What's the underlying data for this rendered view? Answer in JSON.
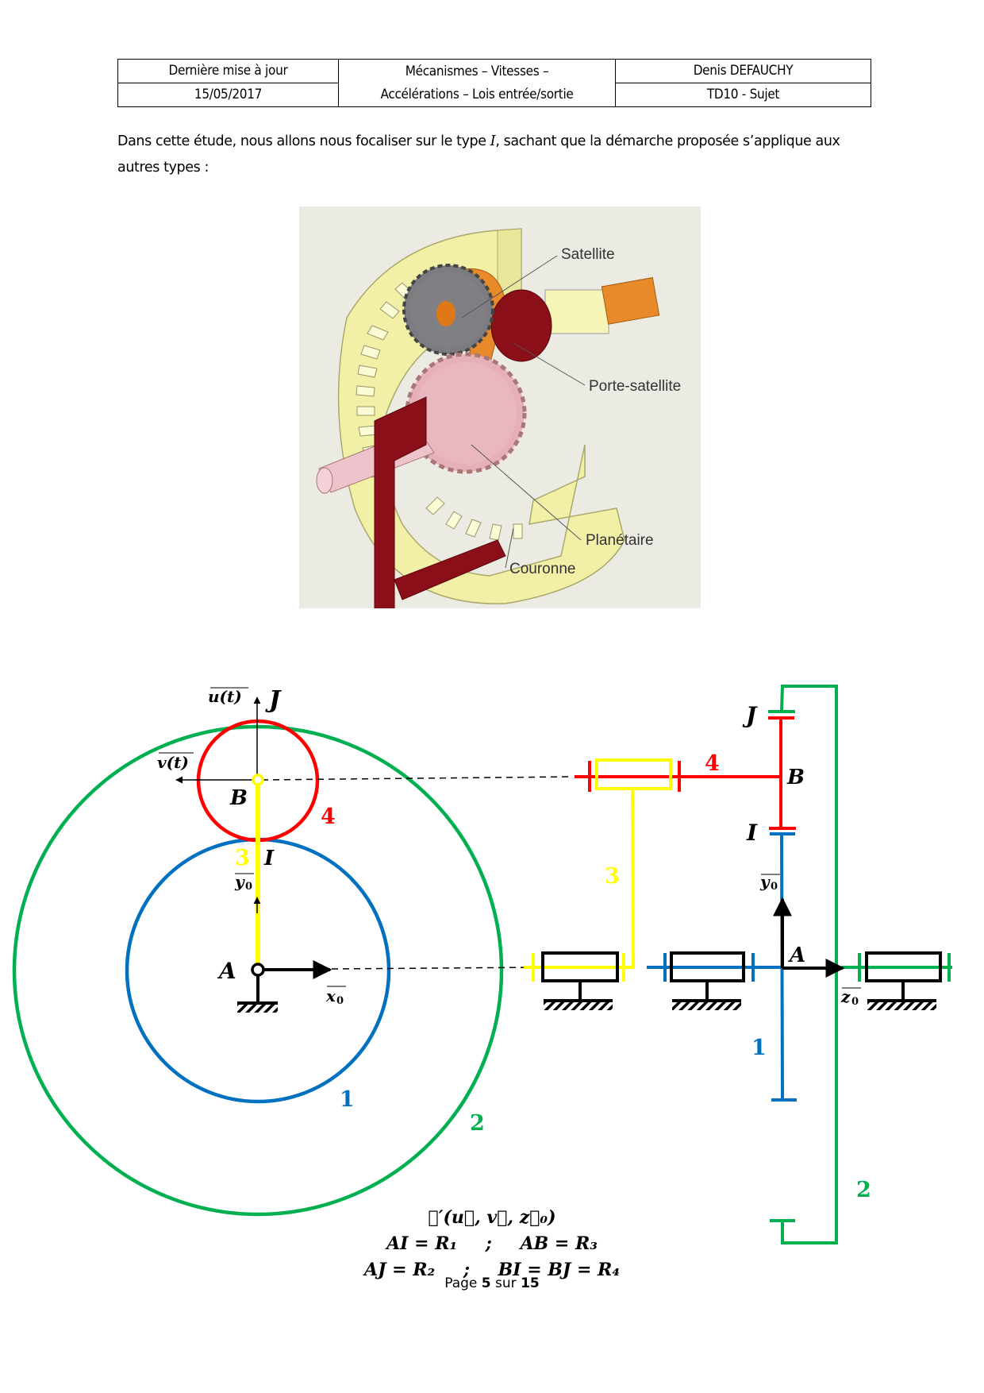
{
  "header": {
    "last_update_label": "Dernière mise à jour",
    "last_update_date": "15/05/2017",
    "course_title_line1": "Mécanismes – Vitesses –",
    "course_title_line2": "Accélérations – Lois entrée/sortie",
    "author": "Denis DEFAUCHY",
    "document": "TD10 - Sujet"
  },
  "intro": {
    "text_before": "Dans cette étude, nous allons nous focaliser sur le type ",
    "type_symbol": "I",
    "text_after": ", sachant que la démarche proposée s’applique aux autres types :"
  },
  "photo": {
    "labels": {
      "satellite": "Satellite",
      "porte_satellite": "Porte-satellite",
      "planetaire": "Planétaire",
      "couronne": "Couronne"
    }
  },
  "diagram": {
    "colors": {
      "solid_1": "#0070c0",
      "solid_2": "#00b050",
      "solid_3": "#ffff00",
      "solid_4": "#ff0000",
      "frame": "#000000"
    },
    "left_view": {
      "points": {
        "A": "A",
        "B": "B",
        "I": "I",
        "J": "J"
      },
      "vectors": {
        "u": "u(t)",
        "v": "v(t)",
        "x0": "x",
        "y0": "y",
        "sub0": "0"
      },
      "solid_numbers": {
        "s1": "1",
        "s2": "2",
        "s3": "3",
        "s4": "4"
      }
    },
    "right_view": {
      "points": {
        "A": "A",
        "B": "B",
        "I": "I",
        "J": "J"
      },
      "vectors": {
        "y0": "y",
        "z0": "z",
        "sub0": "0"
      },
      "solid_numbers": {
        "s1": "1",
        "s2": "2",
        "s3": "3",
        "s4": "4"
      }
    }
  },
  "formulas": {
    "basis": "𝕭′(u⃗, v⃗, z⃗₀)",
    "line1_left": "AI = R₁",
    "line1_right": "AB = R₃",
    "line2_left": "AJ = R₂",
    "line2_right": "BI = BJ = R₄",
    "separator": ";"
  },
  "footer": {
    "page_word": "Page",
    "page_number": "5",
    "of_word": "sur",
    "total_pages": "15"
  }
}
